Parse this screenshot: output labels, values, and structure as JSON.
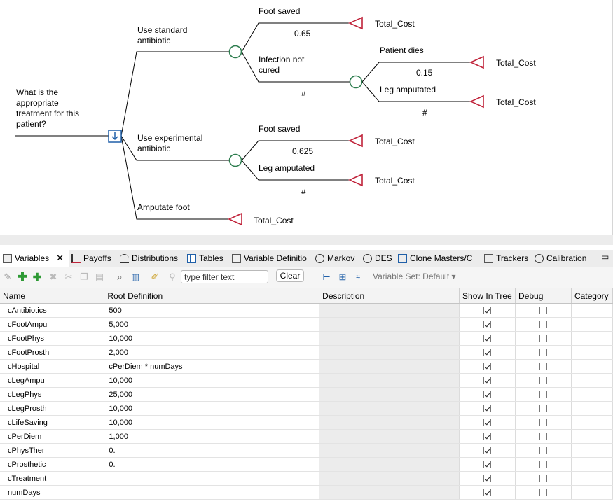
{
  "tree": {
    "root_question": [
      "What is the",
      "appropriate",
      "treatment for this",
      "patient?"
    ],
    "branches": {
      "standard": [
        "Use standard",
        "antibiotic"
      ],
      "experimental": [
        "Use experimental",
        "antibiotic"
      ],
      "amputate": "Amputate foot"
    },
    "labels": {
      "foot_saved": "Foot saved",
      "infection": [
        "Infection not",
        "cured"
      ],
      "patient_dies": "Patient dies",
      "leg_amputated": "Leg amputated"
    },
    "probs": {
      "p1": "0.65",
      "p2": "0.15",
      "p3": "0.625",
      "hash": "#"
    },
    "payoff": "Total_Cost",
    "colors": {
      "line": "#000000",
      "chance": "#2e7d4f",
      "terminal": "#c0233a",
      "decision": "#1f5fa8"
    }
  },
  "tabs": [
    {
      "label": "Variables",
      "icon": "variables-icon",
      "active": true
    },
    {
      "label": "Payoffs",
      "icon": "payoffs-icon"
    },
    {
      "label": "Distributions",
      "icon": "distributions-icon"
    },
    {
      "label": "Tables",
      "icon": "tables-icon"
    },
    {
      "label": "Variable Definitio",
      "icon": "variable-definitions-icon"
    },
    {
      "label": "Markov",
      "icon": "markov-icon"
    },
    {
      "label": "DES",
      "icon": "des-icon"
    },
    {
      "label": "Clone Masters/C",
      "icon": "clone-masters-icon"
    },
    {
      "label": "Trackers",
      "icon": "trackers-icon"
    },
    {
      "label": "Calibration",
      "icon": "calibration-icon"
    }
  ],
  "toolbar": {
    "filter_placeholder": "type filter text",
    "clear_label": "Clear",
    "variable_set": "Variable Set: Default"
  },
  "grid": {
    "columns": [
      "Name",
      "Root Definition",
      "Description",
      "Show In Tree",
      "Debug",
      "Category"
    ],
    "rows": [
      {
        "name": "cAntibiotics",
        "def": "500",
        "show": true,
        "debug": false
      },
      {
        "name": "cFootAmpu",
        "def": "5,000",
        "show": true,
        "debug": false
      },
      {
        "name": "cFootPhys",
        "def": "10,000",
        "show": true,
        "debug": false
      },
      {
        "name": "cFootProsth",
        "def": "2,000",
        "show": true,
        "debug": false
      },
      {
        "name": "cHospital",
        "def": "cPerDiem * numDays",
        "show": true,
        "debug": false
      },
      {
        "name": "cLegAmpu",
        "def": "10,000",
        "show": true,
        "debug": false
      },
      {
        "name": "cLegPhys",
        "def": "25,000",
        "show": true,
        "debug": false
      },
      {
        "name": "cLegProsth",
        "def": "10,000",
        "show": true,
        "debug": false
      },
      {
        "name": "cLifeSaving",
        "def": "10,000",
        "show": true,
        "debug": false
      },
      {
        "name": "cPerDiem",
        "def": "1,000",
        "show": true,
        "debug": false
      },
      {
        "name": "cPhysTher",
        "def": "0.",
        "show": true,
        "debug": false
      },
      {
        "name": "cProsthetic",
        "def": "0.",
        "show": true,
        "debug": false
      },
      {
        "name": "cTreatment",
        "def": "",
        "show": true,
        "debug": false
      },
      {
        "name": "numDays",
        "def": "",
        "show": true,
        "debug": false
      }
    ]
  }
}
